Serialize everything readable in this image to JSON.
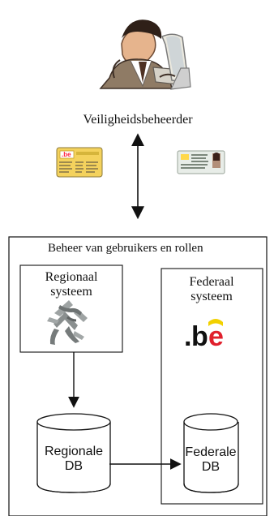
{
  "header": {
    "role_label": "Veiligheidsbeheerder"
  },
  "outer_box": {
    "title": "Beheer van gebruikers en rollen"
  },
  "regional": {
    "title_line1": "Regionaal",
    "title_line2": "systeem"
  },
  "federal": {
    "title_line1": "Federaal",
    "title_line2": "systeem",
    "logo_text": ".be"
  },
  "databases": {
    "regional_line1": "Regionale",
    "regional_line2": "DB",
    "federal_line1": "Federale",
    "federal_line2": "DB"
  },
  "icons": {
    "admin": "person-at-computer-icon",
    "eid_card": "belgian-eid-card-icon",
    "id_card": "identity-card-icon",
    "regional_logo": "flemish-lion-icon",
    "federal_logo": "be-logo-icon"
  },
  "colors": {
    "be_yellow": "#f2d100",
    "be_red": "#e0202c",
    "stroke": "#222222",
    "box_fill": "#ffffff"
  }
}
